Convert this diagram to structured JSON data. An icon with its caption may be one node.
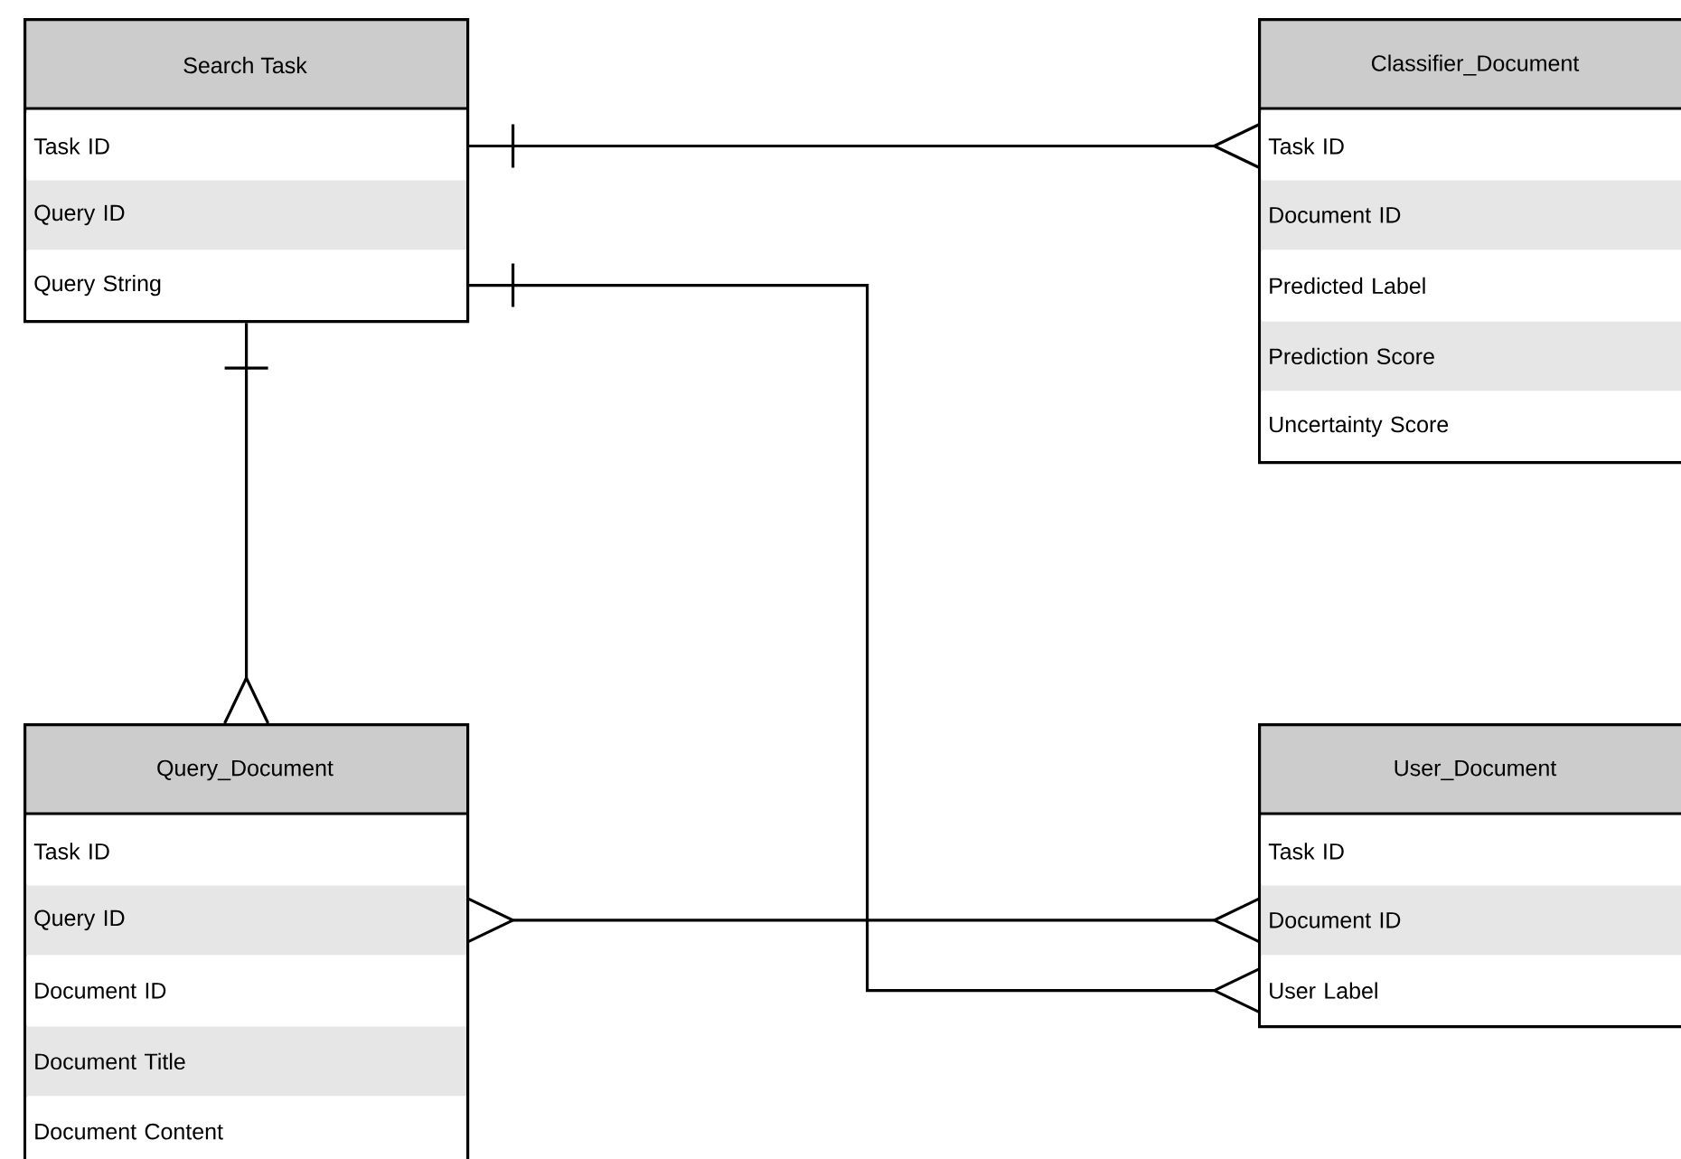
{
  "diagram": {
    "nodes": [
      {
        "text": [
          "Search Task"
        ]
      },
      {
        "text": [
          "Task ID"
        ],
        "in": 0
      },
      {
        "text": [
          "Query ID"
        ],
        "in": 0
      },
      {
        "text": [
          "Query String"
        ],
        "in": 0
      },
      {
        "text": [
          "Classifier_Document"
        ]
      },
      {
        "text": [
          "Task ID"
        ],
        "in": 4
      },
      {
        "text": [
          "Document ID"
        ],
        "in": 4
      },
      {
        "text": [
          "Predicted Label"
        ],
        "in": 4
      },
      {
        "text": [
          "Prediction Score"
        ],
        "in": 4
      },
      {
        "text": [
          "Uncertainty Score"
        ],
        "in": 4
      },
      {
        "text": [
          "Query_Document"
        ]
      },
      {
        "text": [
          "Task ID"
        ],
        "in": 10
      },
      {
        "text": [
          "Query ID"
        ],
        "in": 10
      },
      {
        "text": [
          "Document ID"
        ],
        "in": 10
      },
      {
        "text": [
          "Document Title"
        ],
        "in": 10
      },
      {
        "text": [
          "Document Content"
        ],
        "in": 10
      },
      {
        "text": [
          "User_Document"
        ]
      },
      {
        "text": [
          "Task ID"
        ],
        "in": 16
      },
      {
        "text": [
          "Document ID"
        ],
        "in": 16
      },
      {
        "text": [
          "User Label"
        ],
        "in": 16
      }
    ],
    "edges": [
      {
        "from": 1,
        "to": 5,
        "arrow": "other"
      },
      {
        "from": 3,
        "to": 19,
        "arrow": "other"
      },
      {
        "from": 0,
        "to": 10,
        "arrow": "other"
      },
      {
        "from": 12,
        "to": 18,
        "arrow": "other"
      }
    ]
  }
}
